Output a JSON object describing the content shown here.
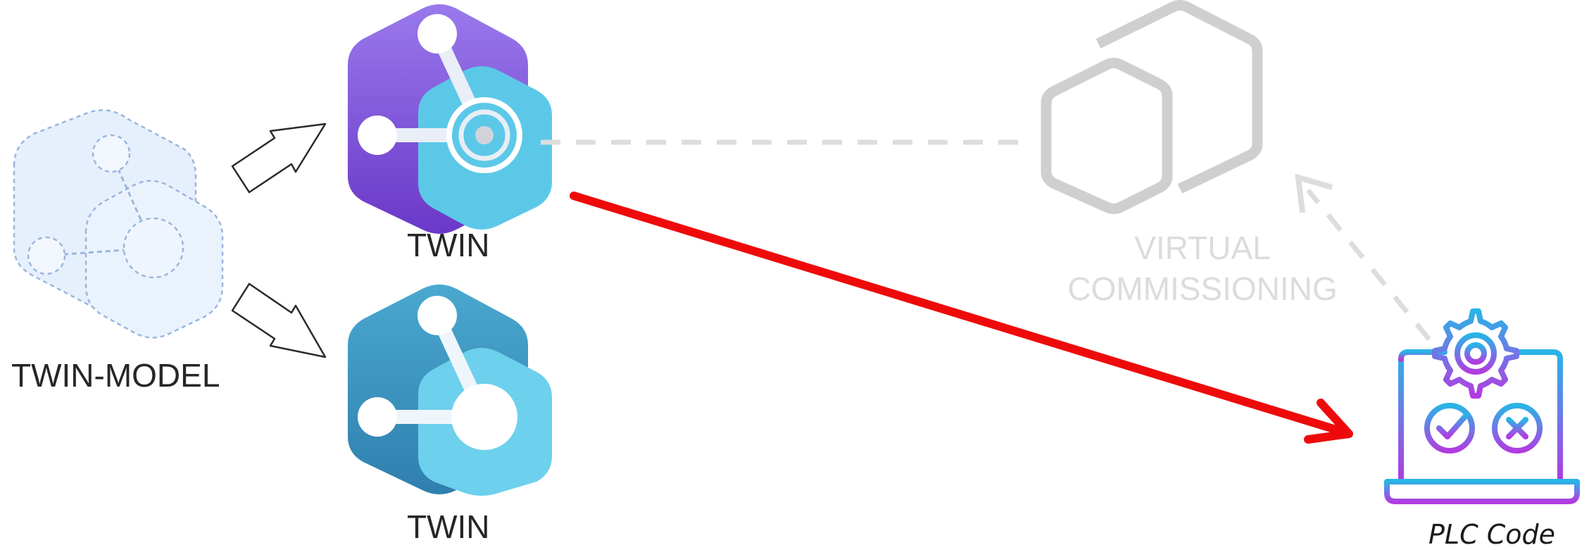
{
  "labels": {
    "twin_model": "TWIN-MODEL",
    "twin_top": "TWIN",
    "twin_bottom": "TWIN",
    "virtual_commissioning_line1": "VIRTUAL",
    "virtual_commissioning_line2": "COMMISSIONING",
    "plc_code": "PLC Code"
  },
  "icons": {
    "twin_model": "twin-model-icon",
    "twin_top": "twin-icon",
    "twin_bottom": "twin-icon",
    "virtual_commissioning": "hexagon-pair-icon",
    "plc_code": "laptop-gear-check-icon"
  },
  "colors": {
    "twin_top_back": "#8a5be3",
    "twin_top_front": "#5cc8e8",
    "twin_bottom_back": "#3f98c4",
    "twin_bottom_front": "#6dd0ec",
    "twin_model_fill": "#e6f0fc",
    "twin_model_stroke": "#9ab6dc",
    "red_arrow": "#ee0a0a",
    "faded": "#cccccc",
    "plc_gradient_top": "#29b4e6",
    "plc_gradient_bottom": "#b23be0"
  }
}
